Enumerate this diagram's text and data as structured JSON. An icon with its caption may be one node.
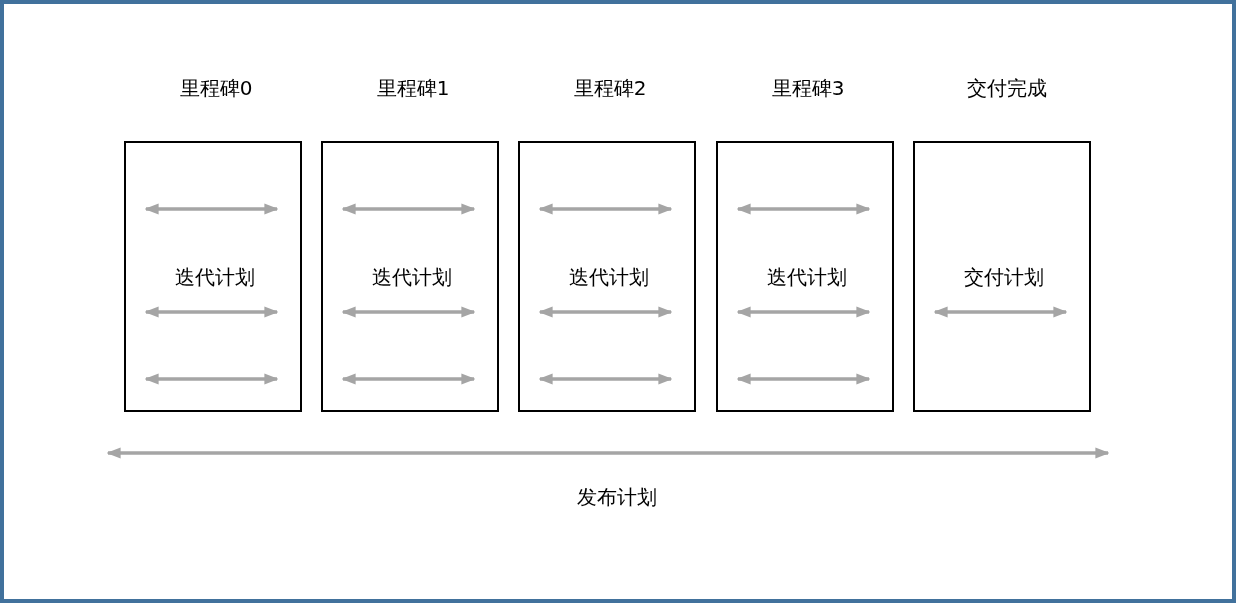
{
  "diagram": {
    "nodes": [
      {
        "text": [
          "里程碑0",
          "迭代计划"
        ]
      },
      {
        "text": [
          "里程碑1",
          "迭代计划"
        ]
      },
      {
        "text": [
          "里程碑2",
          "迭代计划"
        ]
      },
      {
        "text": [
          "里程碑3",
          "迭代计划"
        ]
      },
      {
        "text": [
          "交付完成",
          "交付计划"
        ]
      }
    ],
    "labels": [
      "发布计划"
    ]
  }
}
